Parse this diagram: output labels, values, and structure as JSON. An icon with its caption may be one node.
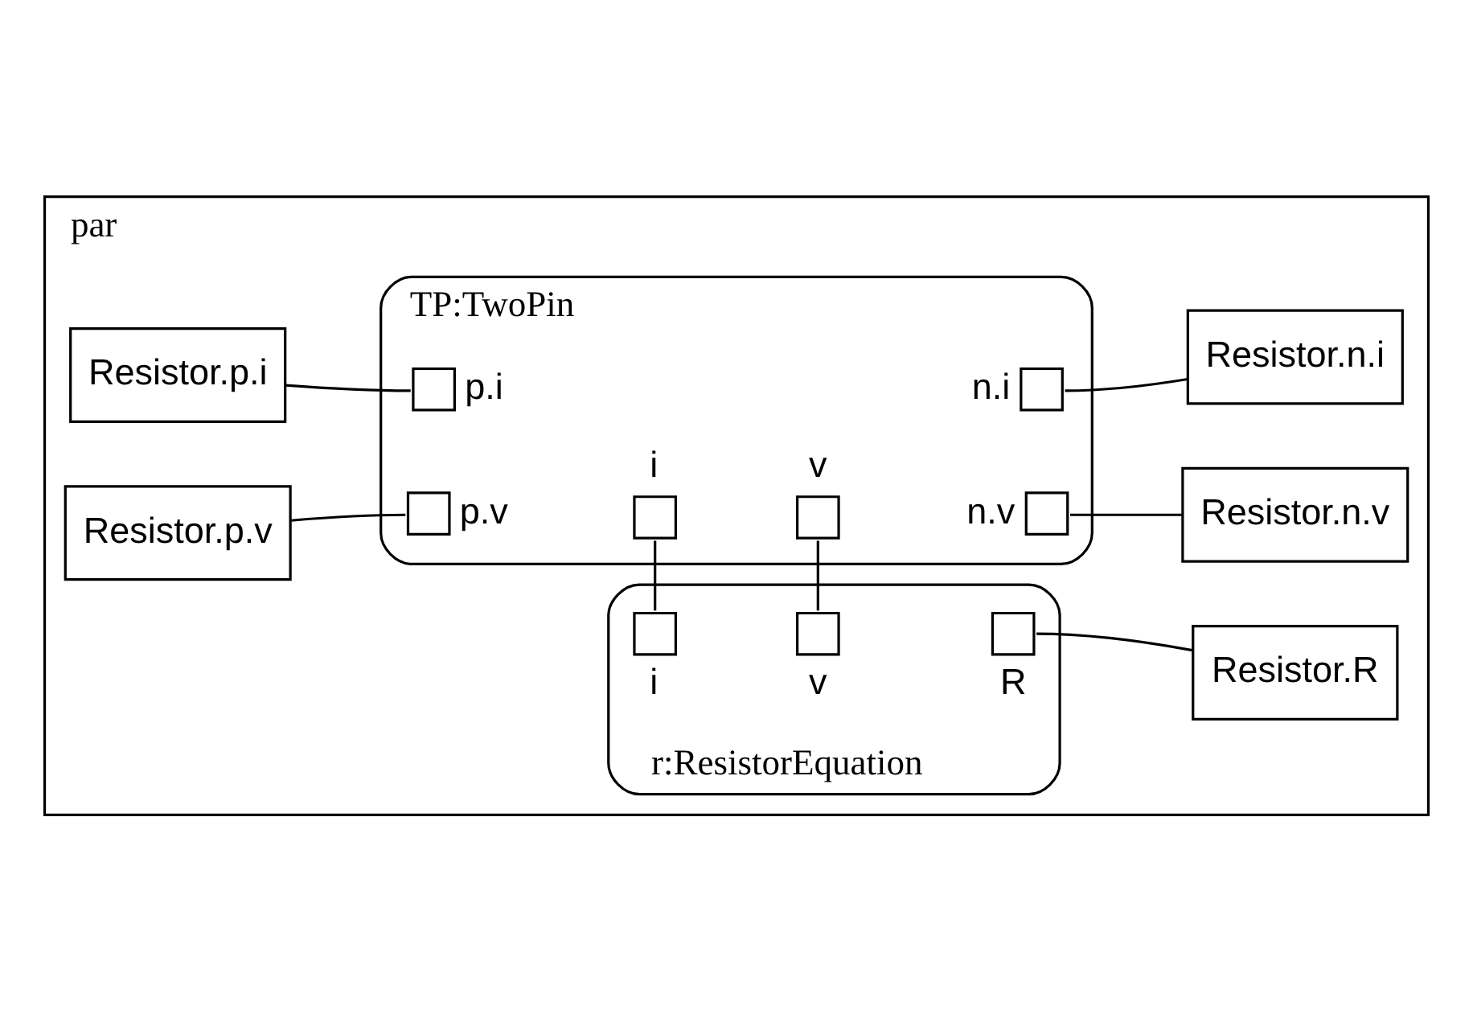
{
  "diagram": {
    "nodes": [
      {
        "text": [
          "par"
        ]
      },
      {
        "text": [
          "r:ResistorEquation"
        ],
        "in": 0
      },
      {
        "text": [],
        "shape": "box",
        "beside": [
          "i"
        ],
        "in": 1
      },
      {
        "text": [],
        "shape": "box",
        "beside": [
          "v"
        ],
        "in": 1
      },
      {
        "text": [],
        "shape": "box",
        "beside": [
          "R"
        ],
        "in": 1
      },
      {
        "text": [
          "Resistor.R"
        ],
        "in": 0
      },
      {
        "text": [
          "TP:TwoPin"
        ],
        "in": 0
      },
      {
        "text": [],
        "shape": "box",
        "beside": [
          "i"
        ],
        "in": 6
      },
      {
        "text": [],
        "shape": "box",
        "beside": [
          "v"
        ],
        "in": 6
      },
      {
        "text": [],
        "shape": "box",
        "beside": [
          "p.v"
        ],
        "in": 6
      },
      {
        "text": [],
        "shape": "box",
        "beside": [
          "n.v"
        ],
        "in": 6
      },
      {
        "text": [],
        "shape": "box",
        "beside": [
          "p.i"
        ],
        "in": 6
      },
      {
        "text": [],
        "shape": "box",
        "beside": [
          "n.i"
        ],
        "in": 6
      },
      {
        "text": [
          "Resistor.p.v"
        ],
        "in": 0
      },
      {
        "text": [
          "Resistor.n.v"
        ],
        "in": 0
      },
      {
        "text": [
          "Resistor.p.i"
        ],
        "in": 0
      },
      {
        "text": [
          "Resistor.n.i"
        ],
        "in": 0
      }
    ],
    "edges": [
      {
        "from": 4,
        "to": 5,
        "arrow": "none"
      },
      {
        "from": 2,
        "to": 7,
        "arrow": "none"
      },
      {
        "from": 3,
        "to": 8,
        "arrow": "none"
      },
      {
        "from": 13,
        "to": 9,
        "arrow": "none"
      },
      {
        "from": 10,
        "to": 14,
        "arrow": "none"
      },
      {
        "from": 15,
        "to": 11,
        "arrow": "none"
      },
      {
        "from": 12,
        "to": 16,
        "arrow": "none"
      }
    ]
  }
}
